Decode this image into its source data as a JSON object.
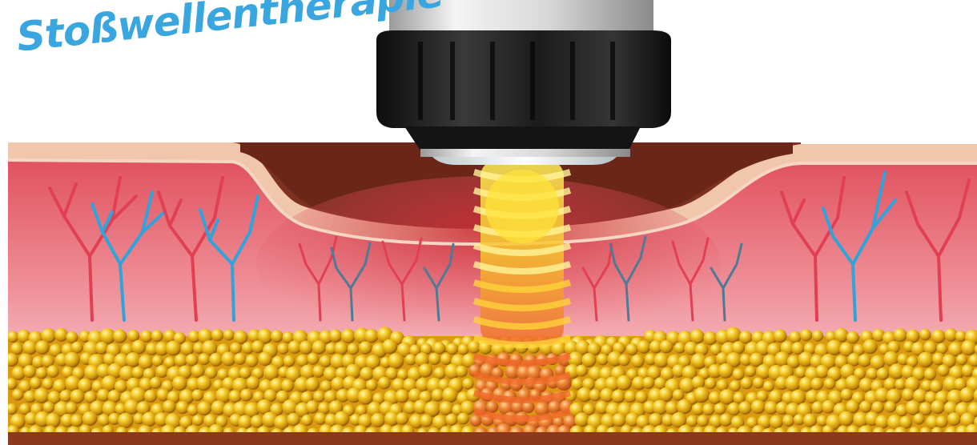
{
  "title": "Stoßwellentherapie",
  "colors": {
    "title_blue": "#3aa6df",
    "skin_top": "#f0c7ad",
    "dermis_red": "#e25a67",
    "artery_red": "#e23f52",
    "vein_blue": "#2fa3dc",
    "fat_yellow": "#f1c21a",
    "wave_yellow": "#ffe23a",
    "wave_orange": "#f07d2a",
    "device_black": "#1b1b1b",
    "device_silver": "#d9d9d9"
  },
  "illustration": {
    "subject": "shockwave-applicator",
    "layers": [
      "epidermis",
      "dermis-with-vessels",
      "fat-layer"
    ]
  }
}
